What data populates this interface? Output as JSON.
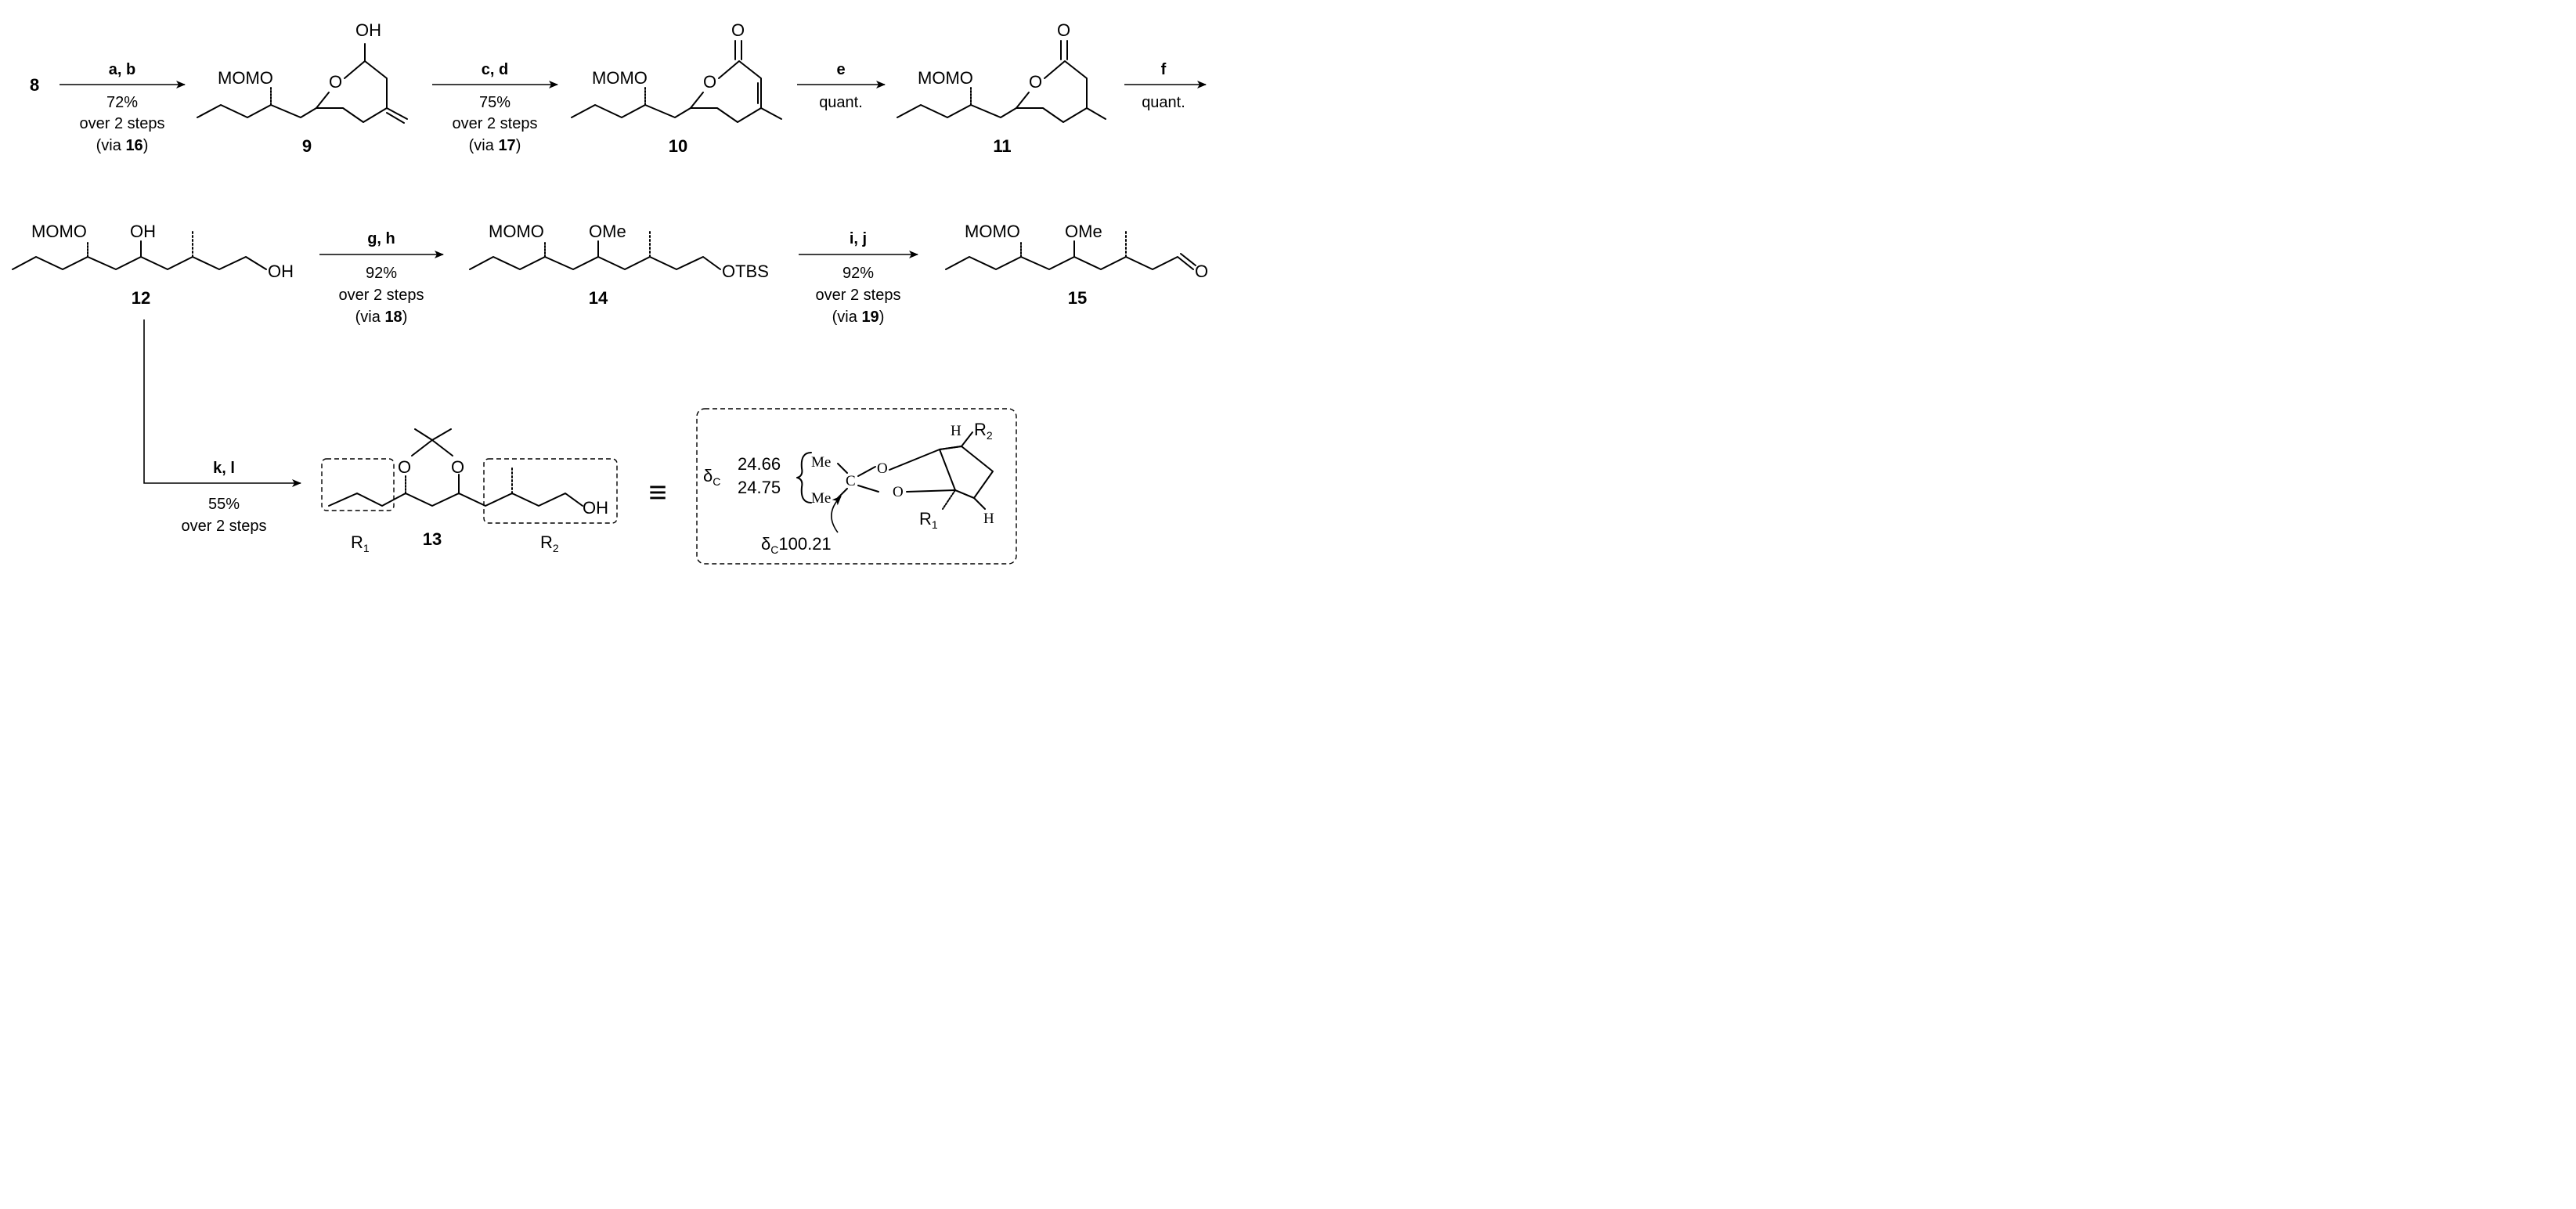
{
  "compounds": {
    "c8": "8",
    "c9": "9",
    "c10": "10",
    "c11": "11",
    "c12": "12",
    "c13": "13",
    "c14": "14",
    "c15": "15"
  },
  "atoms": {
    "momo": "MOMO",
    "oh": "OH",
    "o": "O",
    "ome": "OMe",
    "otbs": "OTBS",
    "me": "Me",
    "c": "C",
    "h": "H",
    "r1": "R",
    "r1_sub": "1",
    "r2": "R",
    "r2_sub": "2"
  },
  "steps": [
    {
      "reagents": "a, b",
      "yield": "72%",
      "detail": "over 2 steps",
      "via_prefix": "(via ",
      "via_num": "16",
      "via_suffix": ")"
    },
    {
      "reagents": "c, d",
      "yield": "75%",
      "detail": "over 2 steps",
      "via_prefix": "(via ",
      "via_num": "17",
      "via_suffix": ")"
    },
    {
      "reagents": "e",
      "yield": "quant."
    },
    {
      "reagents": "f",
      "yield": "quant."
    },
    {
      "reagents": "g, h",
      "yield": "92%",
      "detail": "over 2 steps",
      "via_prefix": "(via ",
      "via_num": "18",
      "via_suffix": ")"
    },
    {
      "reagents": "i, j",
      "yield": "92%",
      "detail": "over 2 steps",
      "via_prefix": "(via ",
      "via_num": "19",
      "via_suffix": ")"
    },
    {
      "reagents": "k, l",
      "yield": "55%",
      "detail": "over 2 steps"
    }
  ],
  "nmr": {
    "delta": "δ",
    "delta_sub": "C",
    "shift_1": "24.66",
    "shift_2": "24.75",
    "acetal_prefix": "δ",
    "acetal_sub": "C",
    "acetal_shift": "100.21"
  },
  "equivalence_symbol": "≡"
}
